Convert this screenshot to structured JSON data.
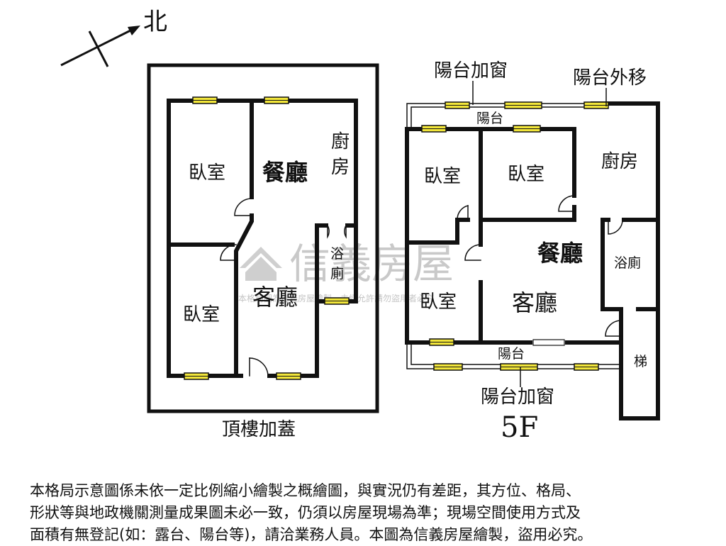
{
  "compass": {
    "north_label": "北"
  },
  "rooftop": {
    "caption": "頂樓加蓋",
    "rooms": {
      "bedroom_top": "臥室",
      "dining": "餐廳",
      "kitchen_line1": "廚",
      "kitchen_line2": "房",
      "bath_line1": "浴",
      "bath_line2": "廁",
      "bedroom_bottom": "臥室",
      "living": "客廳"
    }
  },
  "floor5": {
    "caption": "5F",
    "annotations": {
      "balcony_window_top": "陽台加窗",
      "balcony_moved_out": "陽台外移",
      "balcony_window_bottom": "陽台加窗"
    },
    "rooms": {
      "balcony_top": "陽台",
      "bedroom_left_top": "臥室",
      "bedroom_mid_top": "臥室",
      "kitchen": "廚房",
      "dining": "餐廳",
      "bath": "浴廁",
      "bedroom_left_bottom": "臥室",
      "living": "客廳",
      "balcony_bottom": "陽台",
      "stairs": "梯"
    }
  },
  "watermark": {
    "brand": "信義房屋",
    "notice": "本格局圖為信義房屋繪製，未經允許請勿盜用者必究"
  },
  "disclaimer": {
    "line1": "本格局示意圖係未依一定比例縮小繪製之概繪圖，與實況仍有差距，其方位、格局、",
    "line2": "形狀等與地政機關測量成果圖未必一致，仍須以房屋現場為準；現場空間使用方式及",
    "line3": "面積有無登記(如：露台、陽台等)，請洽業務人員。本圖為信義房屋繪製，盜用必究。"
  },
  "colors": {
    "wall": "#111111",
    "window": "#f2e63a",
    "watermark": "#c9c9c9"
  }
}
